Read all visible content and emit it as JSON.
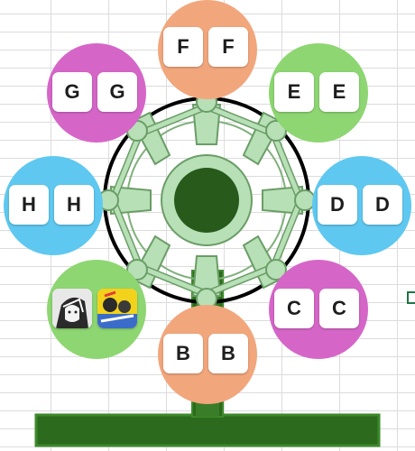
{
  "colors": {
    "peach": "#f2a67c",
    "green": "#8dd672",
    "magenta": "#d566c8",
    "sky": "#5ec8f0",
    "wheel_dark": "#275a1b",
    "wheel_light": "#b7e0b7",
    "base": "#2c6a1d"
  },
  "gondolas": {
    "top": {
      "color": "peach",
      "left": "F",
      "right": "F"
    },
    "top_right": {
      "color": "green",
      "left": "E",
      "right": "E"
    },
    "right": {
      "color": "sky",
      "left": "D",
      "right": "D"
    },
    "bottom_right": {
      "color": "magenta",
      "left": "C",
      "right": "C"
    },
    "bottom": {
      "color": "peach",
      "left": "B",
      "right": "B"
    },
    "bottom_left": {
      "color": "green",
      "left": "manga-avatar-1",
      "right": "manga-avatar-2"
    },
    "left": {
      "color": "sky",
      "left": "H",
      "right": "H"
    },
    "top_left": {
      "color": "magenta",
      "left": "G",
      "right": "G"
    }
  }
}
